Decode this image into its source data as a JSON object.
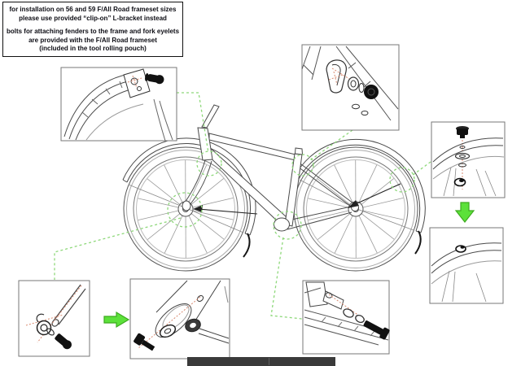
{
  "note_box": {
    "para1": "for installation on 56 and 59 F/All Road frameset sizes\nplease use provided “clip-on” L-bracket instead",
    "para2": "bolts for attaching fenders to the frame and fork eyelets\nare provided with the F/All Road frameset\n(included in the tool rolling pouch)"
  },
  "diagram": {
    "subject": "bicycle-fender-installation",
    "callouts": [
      "fork-crown-fender-bridge-detail",
      "seatstay-bridge-clamp-detail",
      "fender-bolt-exploded-detail",
      "fender-bolt-installed-detail",
      "stay-clip-exploded-detail",
      "fork-eyelet-assembly-detail",
      "chainstay-bridge-bolt-detail"
    ],
    "highlight_points": [
      "fork-crown",
      "front-dropout",
      "seat-cluster",
      "rear-fender",
      "bottom-bracket"
    ]
  },
  "colors": {
    "highlight_green": "#8ed87a",
    "arrow_green_fill": "#5ce13a",
    "arrow_green_stroke": "#3daa1f",
    "exploded_axis_red": "#d98a70",
    "bottom_bar": "#3a3a3a"
  }
}
